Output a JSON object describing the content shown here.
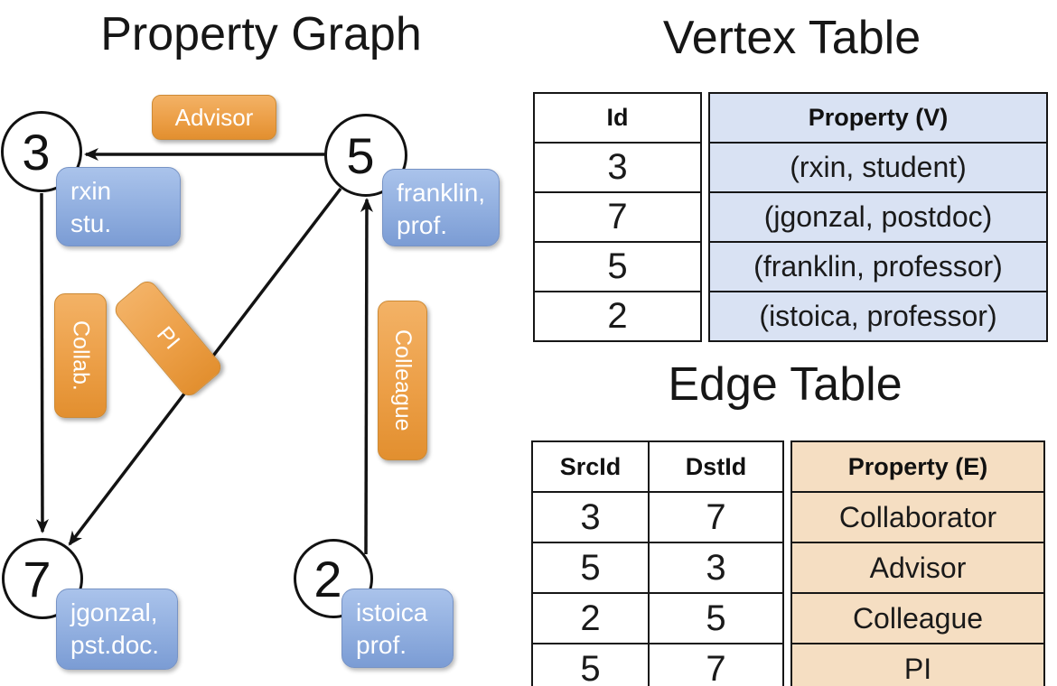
{
  "graph": {
    "title": "Property Graph",
    "nodes": [
      {
        "id": "3",
        "property_line1": "rxin",
        "property_line2": "stu."
      },
      {
        "id": "5",
        "property_line1": "franklin,",
        "property_line2": "prof."
      },
      {
        "id": "7",
        "property_line1": "jgonzal,",
        "property_line2": "pst.doc."
      },
      {
        "id": "2",
        "property_line1": "istoica",
        "property_line2": "prof."
      }
    ],
    "edge_labels": {
      "advisor": "Advisor",
      "collab": "Collab.",
      "pi": "PI",
      "colleague": "Colleague"
    }
  },
  "vertex_table": {
    "title": "Vertex Table",
    "columns": {
      "id": "Id",
      "property": "Property (V)"
    },
    "rows": [
      {
        "id": "3",
        "property": "(rxin, student)"
      },
      {
        "id": "7",
        "property": "(jgonzal, postdoc)"
      },
      {
        "id": "5",
        "property": "(franklin, professor)"
      },
      {
        "id": "2",
        "property": "(istoica, professor)"
      }
    ]
  },
  "edge_table": {
    "title": "Edge Table",
    "columns": {
      "src": "SrcId",
      "dst": "DstId",
      "property": "Property (E)"
    },
    "rows": [
      {
        "src": "3",
        "dst": "7",
        "property": "Collaborator"
      },
      {
        "src": "5",
        "dst": "3",
        "property": "Advisor"
      },
      {
        "src": "2",
        "dst": "5",
        "property": "Colleague"
      },
      {
        "src": "5",
        "dst": "7",
        "property": "PI"
      }
    ]
  },
  "colors": {
    "edge_label_top": "#F3B266",
    "edge_label_bottom": "#E28F2F",
    "vertex_label_top": "#AAC3EB",
    "vertex_label_bottom": "#7B9CD4",
    "vertex_property_bg": "#D9E2F3",
    "edge_property_bg": "#F5DEC2",
    "line_color": "#131313"
  }
}
